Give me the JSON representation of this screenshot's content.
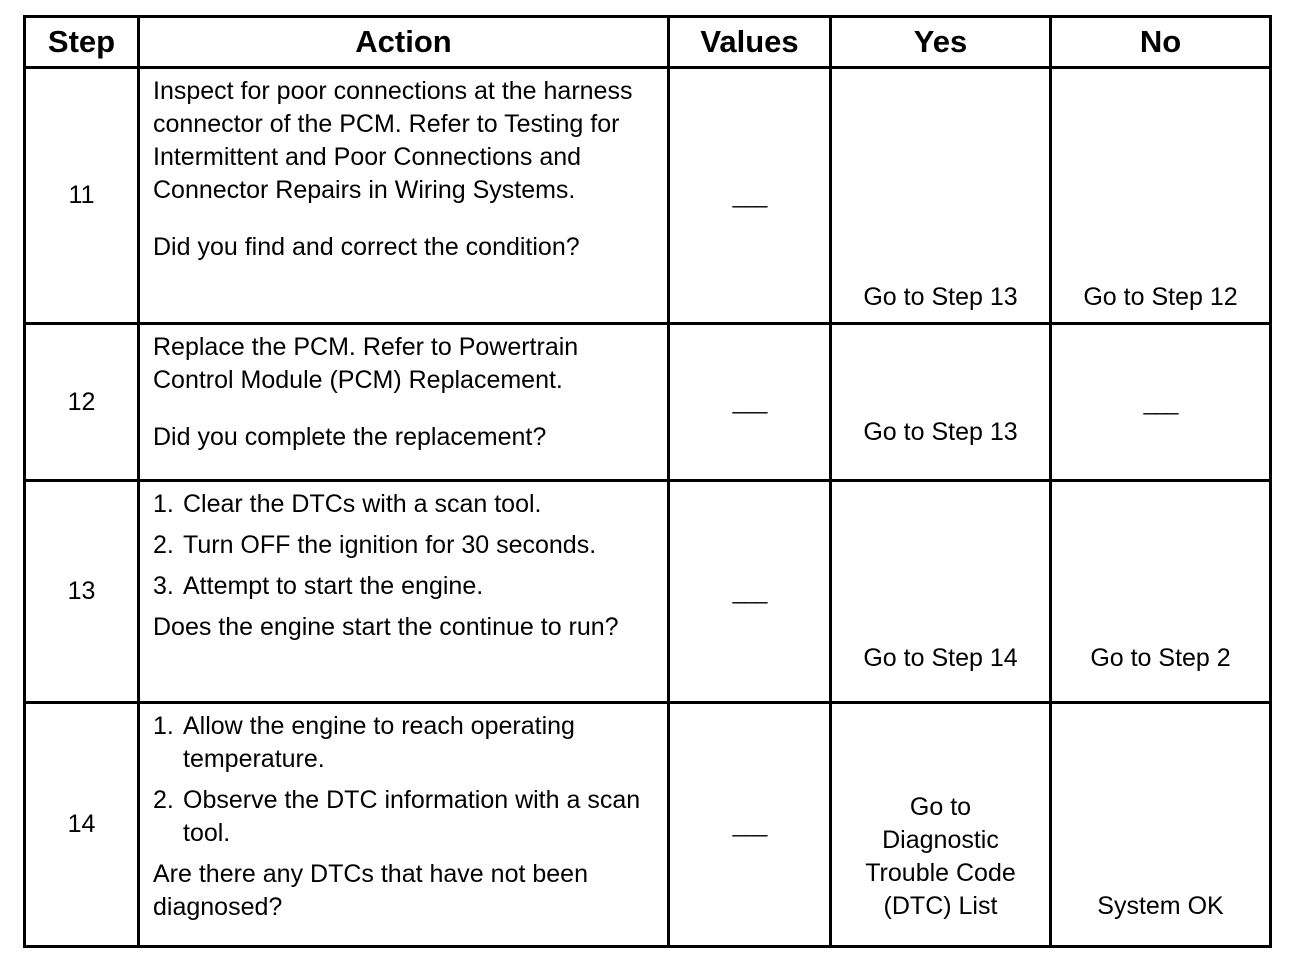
{
  "headers": {
    "step": "Step",
    "action": "Action",
    "values": "Values",
    "yes": "Yes",
    "no": "No"
  },
  "rows": [
    {
      "step": "11",
      "action": [
        "Inspect for poor connections at the harness connector of the PCM. Refer to Testing for Intermittent and Poor Connections and Connector Repairs in Wiring Systems.",
        "Did you find and correct the condition?"
      ],
      "values": "___",
      "yes": "Go to Step 13",
      "no": "Go to Step 12"
    },
    {
      "step": "12",
      "action": [
        "Replace the PCM. Refer to Powertrain Control Module (PCM) Replacement.",
        "Did you complete the replacement?"
      ],
      "values": "___",
      "yes": "Go to Step 13",
      "no": "___"
    },
    {
      "step": "13",
      "list": [
        {
          "num": "1.",
          "text": "Clear the DTCs with a scan tool."
        },
        {
          "num": "2.",
          "text": "Turn OFF the ignition for 30 seconds."
        },
        {
          "num": "3.",
          "text": "Attempt to start the engine."
        }
      ],
      "question": "Does the engine start the continue to run?",
      "values": "___",
      "yes": "Go to Step 14",
      "no": "Go to Step 2"
    },
    {
      "step": "14",
      "list": [
        {
          "num": "1.",
          "text": "Allow the engine to reach operating temperature."
        },
        {
          "num": "2.",
          "text": "Observe the DTC information with a scan tool."
        }
      ],
      "question": "Are there any DTCs that have not been diagnosed?",
      "values": "___",
      "yes": "Go to Diagnostic Trouble Code (DTC) List",
      "no": "System OK"
    }
  ]
}
